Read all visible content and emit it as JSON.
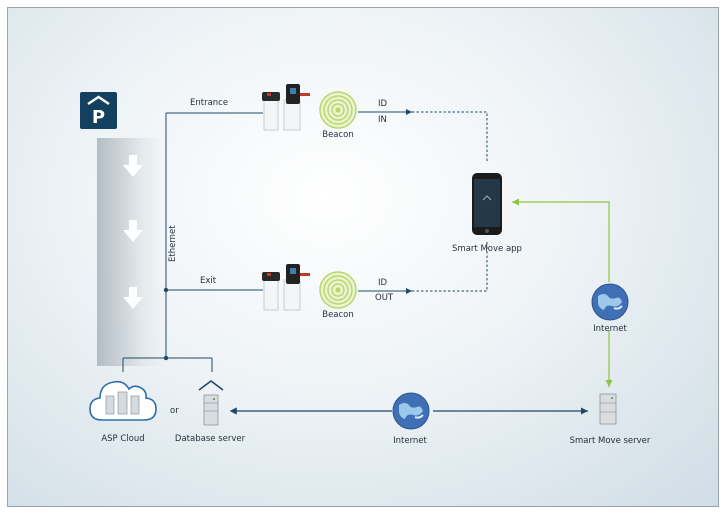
{
  "labels": {
    "entrance": "Entrance",
    "exit": "Exit",
    "ethernet": "Ethernet",
    "beacon_top": "Beacon",
    "beacon_bottom": "Beacon",
    "id_top": "ID",
    "in": "IN",
    "id_bottom": "ID",
    "out": "OUT",
    "smart_move_app": "Smart Move app",
    "internet_right": "Internet",
    "internet_bottom": "Internet",
    "asp_cloud": "ASP Cloud",
    "or": "or",
    "database_server": "Database server",
    "smart_move_server": "Smart Move server",
    "parking_letter": "P"
  },
  "colors": {
    "navy": "#12405e",
    "line_dark": "#1f4a66",
    "line_green": "#8cc63f",
    "beacon": "#b9d86a"
  },
  "icons": [
    "parking-sign-icon",
    "down-arrow-icon",
    "barrier-terminal-icon",
    "beacon-icon",
    "smartphone-icon",
    "globe-icon",
    "cloud-icon",
    "server-icon"
  ]
}
